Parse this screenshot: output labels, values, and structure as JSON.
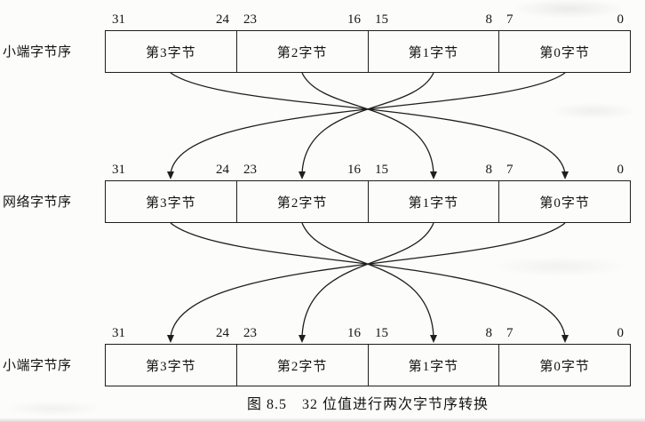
{
  "figure": {
    "caption": "图 8.5　32 位值进行两次字节序转换",
    "rows": [
      {
        "label": "小端字节序",
        "bits": [
          "31",
          "24",
          "23",
          "16",
          "15",
          "8",
          "7",
          "0"
        ],
        "cells": [
          "第3字节",
          "第2字节",
          "第1字节",
          "第0字节"
        ]
      },
      {
        "label": "网络字节序",
        "bits": [
          "31",
          "24",
          "23",
          "16",
          "15",
          "8",
          "7",
          "0"
        ],
        "cells": [
          "第3字节",
          "第2字节",
          "第1字节",
          "第0字节"
        ]
      },
      {
        "label": "小端字节序",
        "bits": [
          "31",
          "24",
          "23",
          "16",
          "15",
          "8",
          "7",
          "0"
        ],
        "cells": [
          "第3字节",
          "第2字节",
          "第1字节",
          "第0字节"
        ]
      }
    ],
    "byte_flow": {
      "description": "相邻两行之间字节位置整体反转：第3字节↔第0字节，第2字节↔第1字节",
      "cell_mappings": [
        [
          0,
          3
        ],
        [
          1,
          2
        ],
        [
          2,
          1
        ],
        [
          3,
          0
        ]
      ]
    },
    "colors": {
      "line": "#1e1e1e",
      "text": "#141414",
      "background": "#fcfcfa"
    }
  }
}
